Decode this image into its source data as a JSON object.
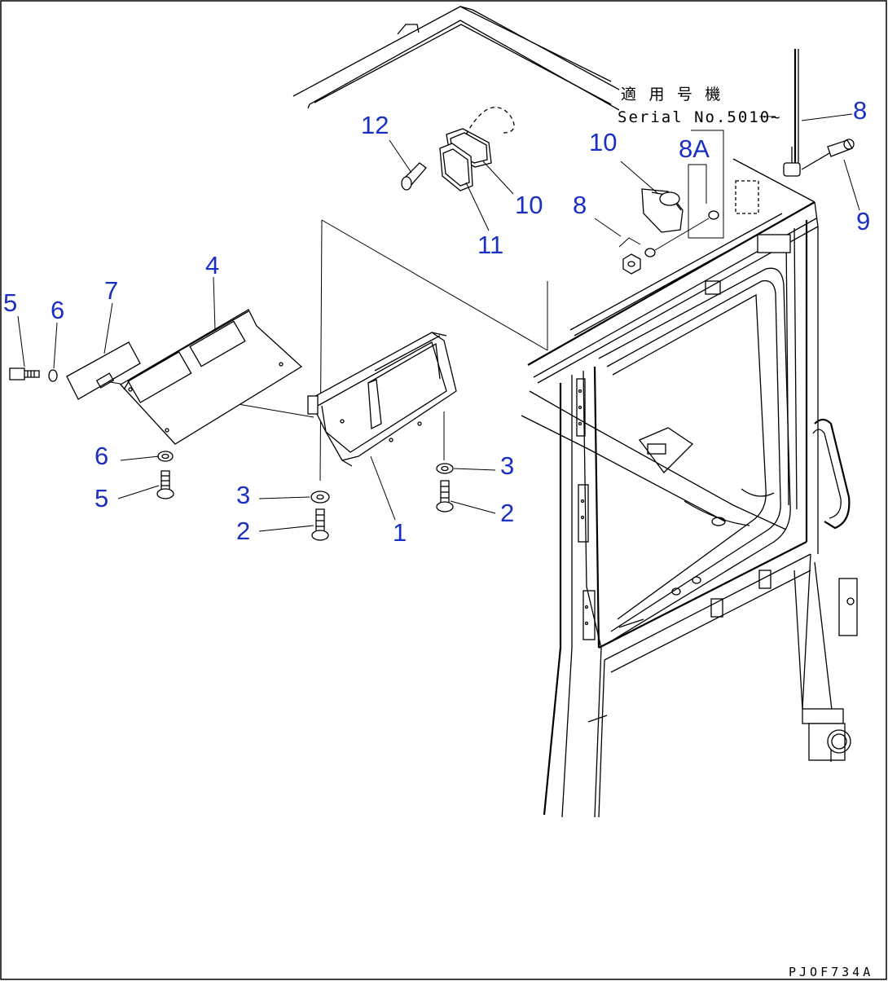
{
  "serial_note": {
    "line1": "適 用 号 機",
    "line2": "Serial No.5010~"
  },
  "drawing_code": "PJOF734A",
  "callouts": {
    "c1": "1",
    "c2a": "2",
    "c2b": "2",
    "c3a": "3",
    "c3b": "3",
    "c4": "4",
    "c5a": "5",
    "c5b": "5",
    "c6a": "6",
    "c6b": "6",
    "c7": "7",
    "c8a": "8",
    "c8b": "8",
    "c8A": "8A",
    "c9": "9",
    "c10a": "10",
    "c10b": "10",
    "c11": "11",
    "c12": "12"
  },
  "colors": {
    "callout": "#1a2fc4",
    "line": "#000000",
    "background": "#ffffff"
  }
}
